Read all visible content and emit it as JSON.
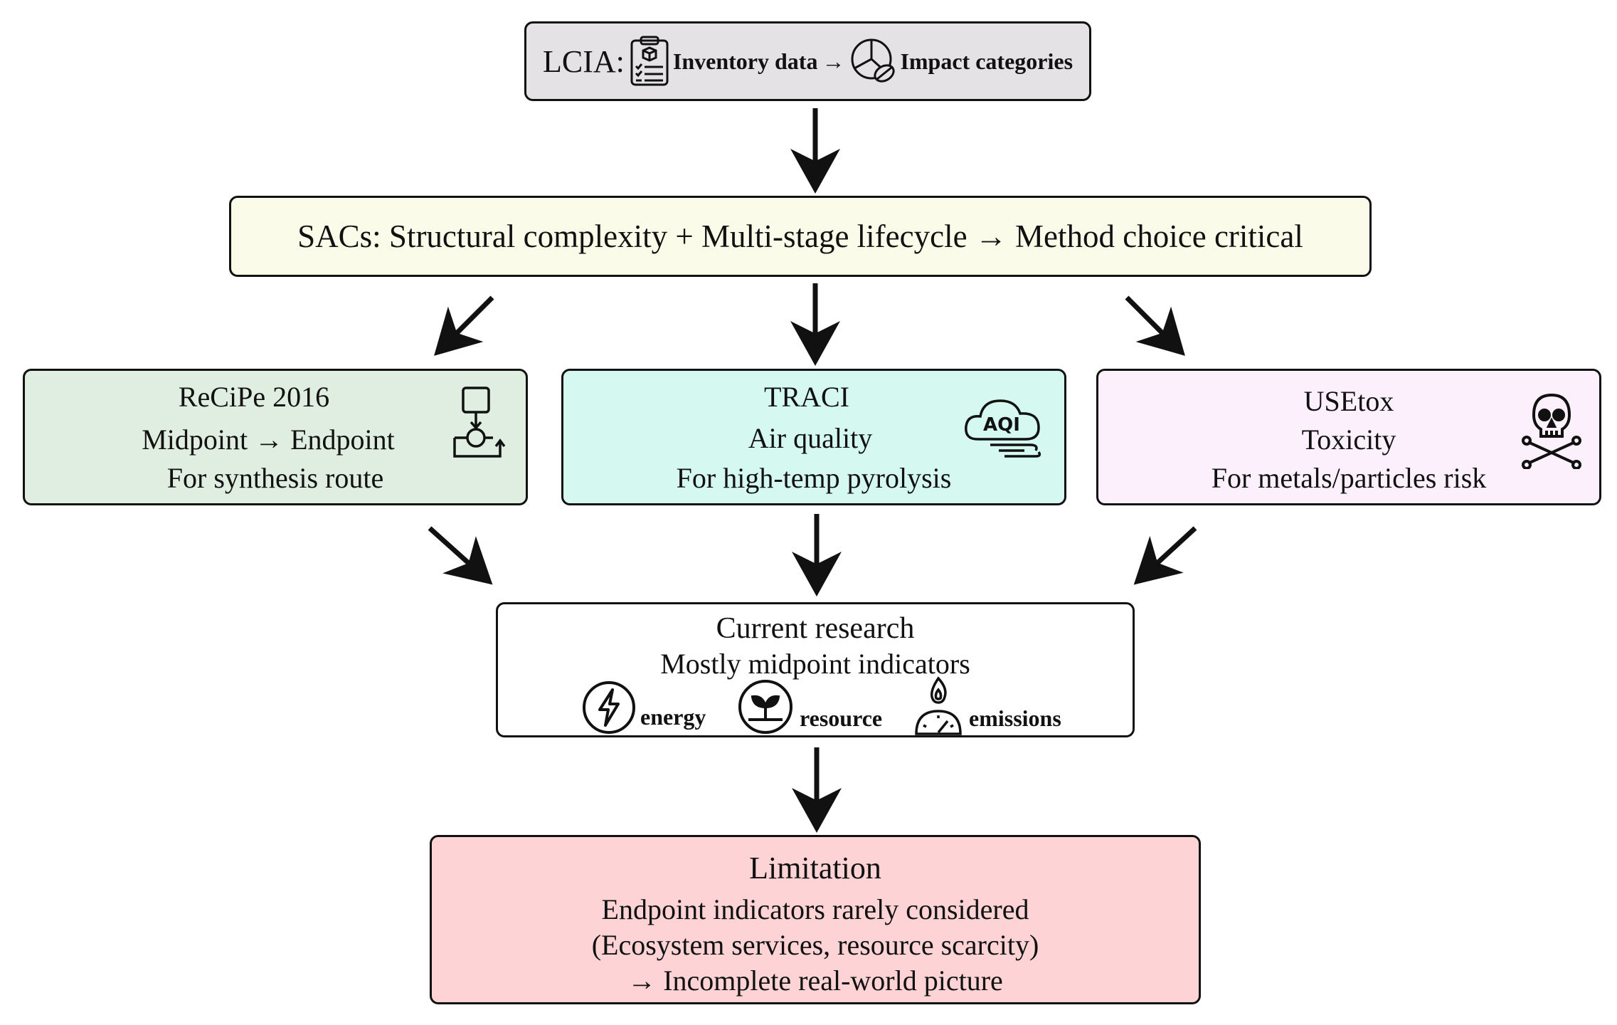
{
  "lcia": {
    "prefix": "LCIA:",
    "inventory_label": "Inventory data",
    "arrow": "→",
    "impact_label": "Impact categories"
  },
  "sacs": {
    "text": "SACs: Structural complexity + Multi-stage lifecycle → Method choice critical"
  },
  "methods": [
    {
      "title": "ReCiPe 2016",
      "line2": "Midpoint → Endpoint",
      "line3": "For synthesis route",
      "icon": "process-flow-icon"
    },
    {
      "title": "TRACI",
      "line2": "Air quality",
      "line3": "For high-temp pyrolysis",
      "icon": "aqi-cloud-icon",
      "icon_text": "AQI"
    },
    {
      "title": "USEtox",
      "line2": "Toxicity",
      "line3": "For metals/particles risk",
      "icon": "skull-crossbones-icon"
    }
  ],
  "current": {
    "title": "Current research",
    "subtitle": "Mostly midpoint indicators",
    "indicators": [
      {
        "label": "energy",
        "icon": "lightning-icon"
      },
      {
        "label": "resource",
        "icon": "sprout-icon"
      },
      {
        "label": "emissions",
        "icon": "flame-gauge-icon"
      }
    ]
  },
  "limitation": {
    "title": "Limitation",
    "line1": "Endpoint indicators rarely considered",
    "line2": "(Ecosystem services, resource scarcity)",
    "line3": "→ Incomplete real-world picture"
  },
  "colors": {
    "lcia_bg": "#e4e2e4",
    "sacs_bg": "#fbfbe9",
    "recipe_bg": "#dfeee0",
    "traci_bg": "#d5f8f1",
    "usetox_bg": "#fbf0fc",
    "current_bg": "#ffffff",
    "limitation_bg": "#fdd3d5",
    "stroke": "#111111"
  }
}
